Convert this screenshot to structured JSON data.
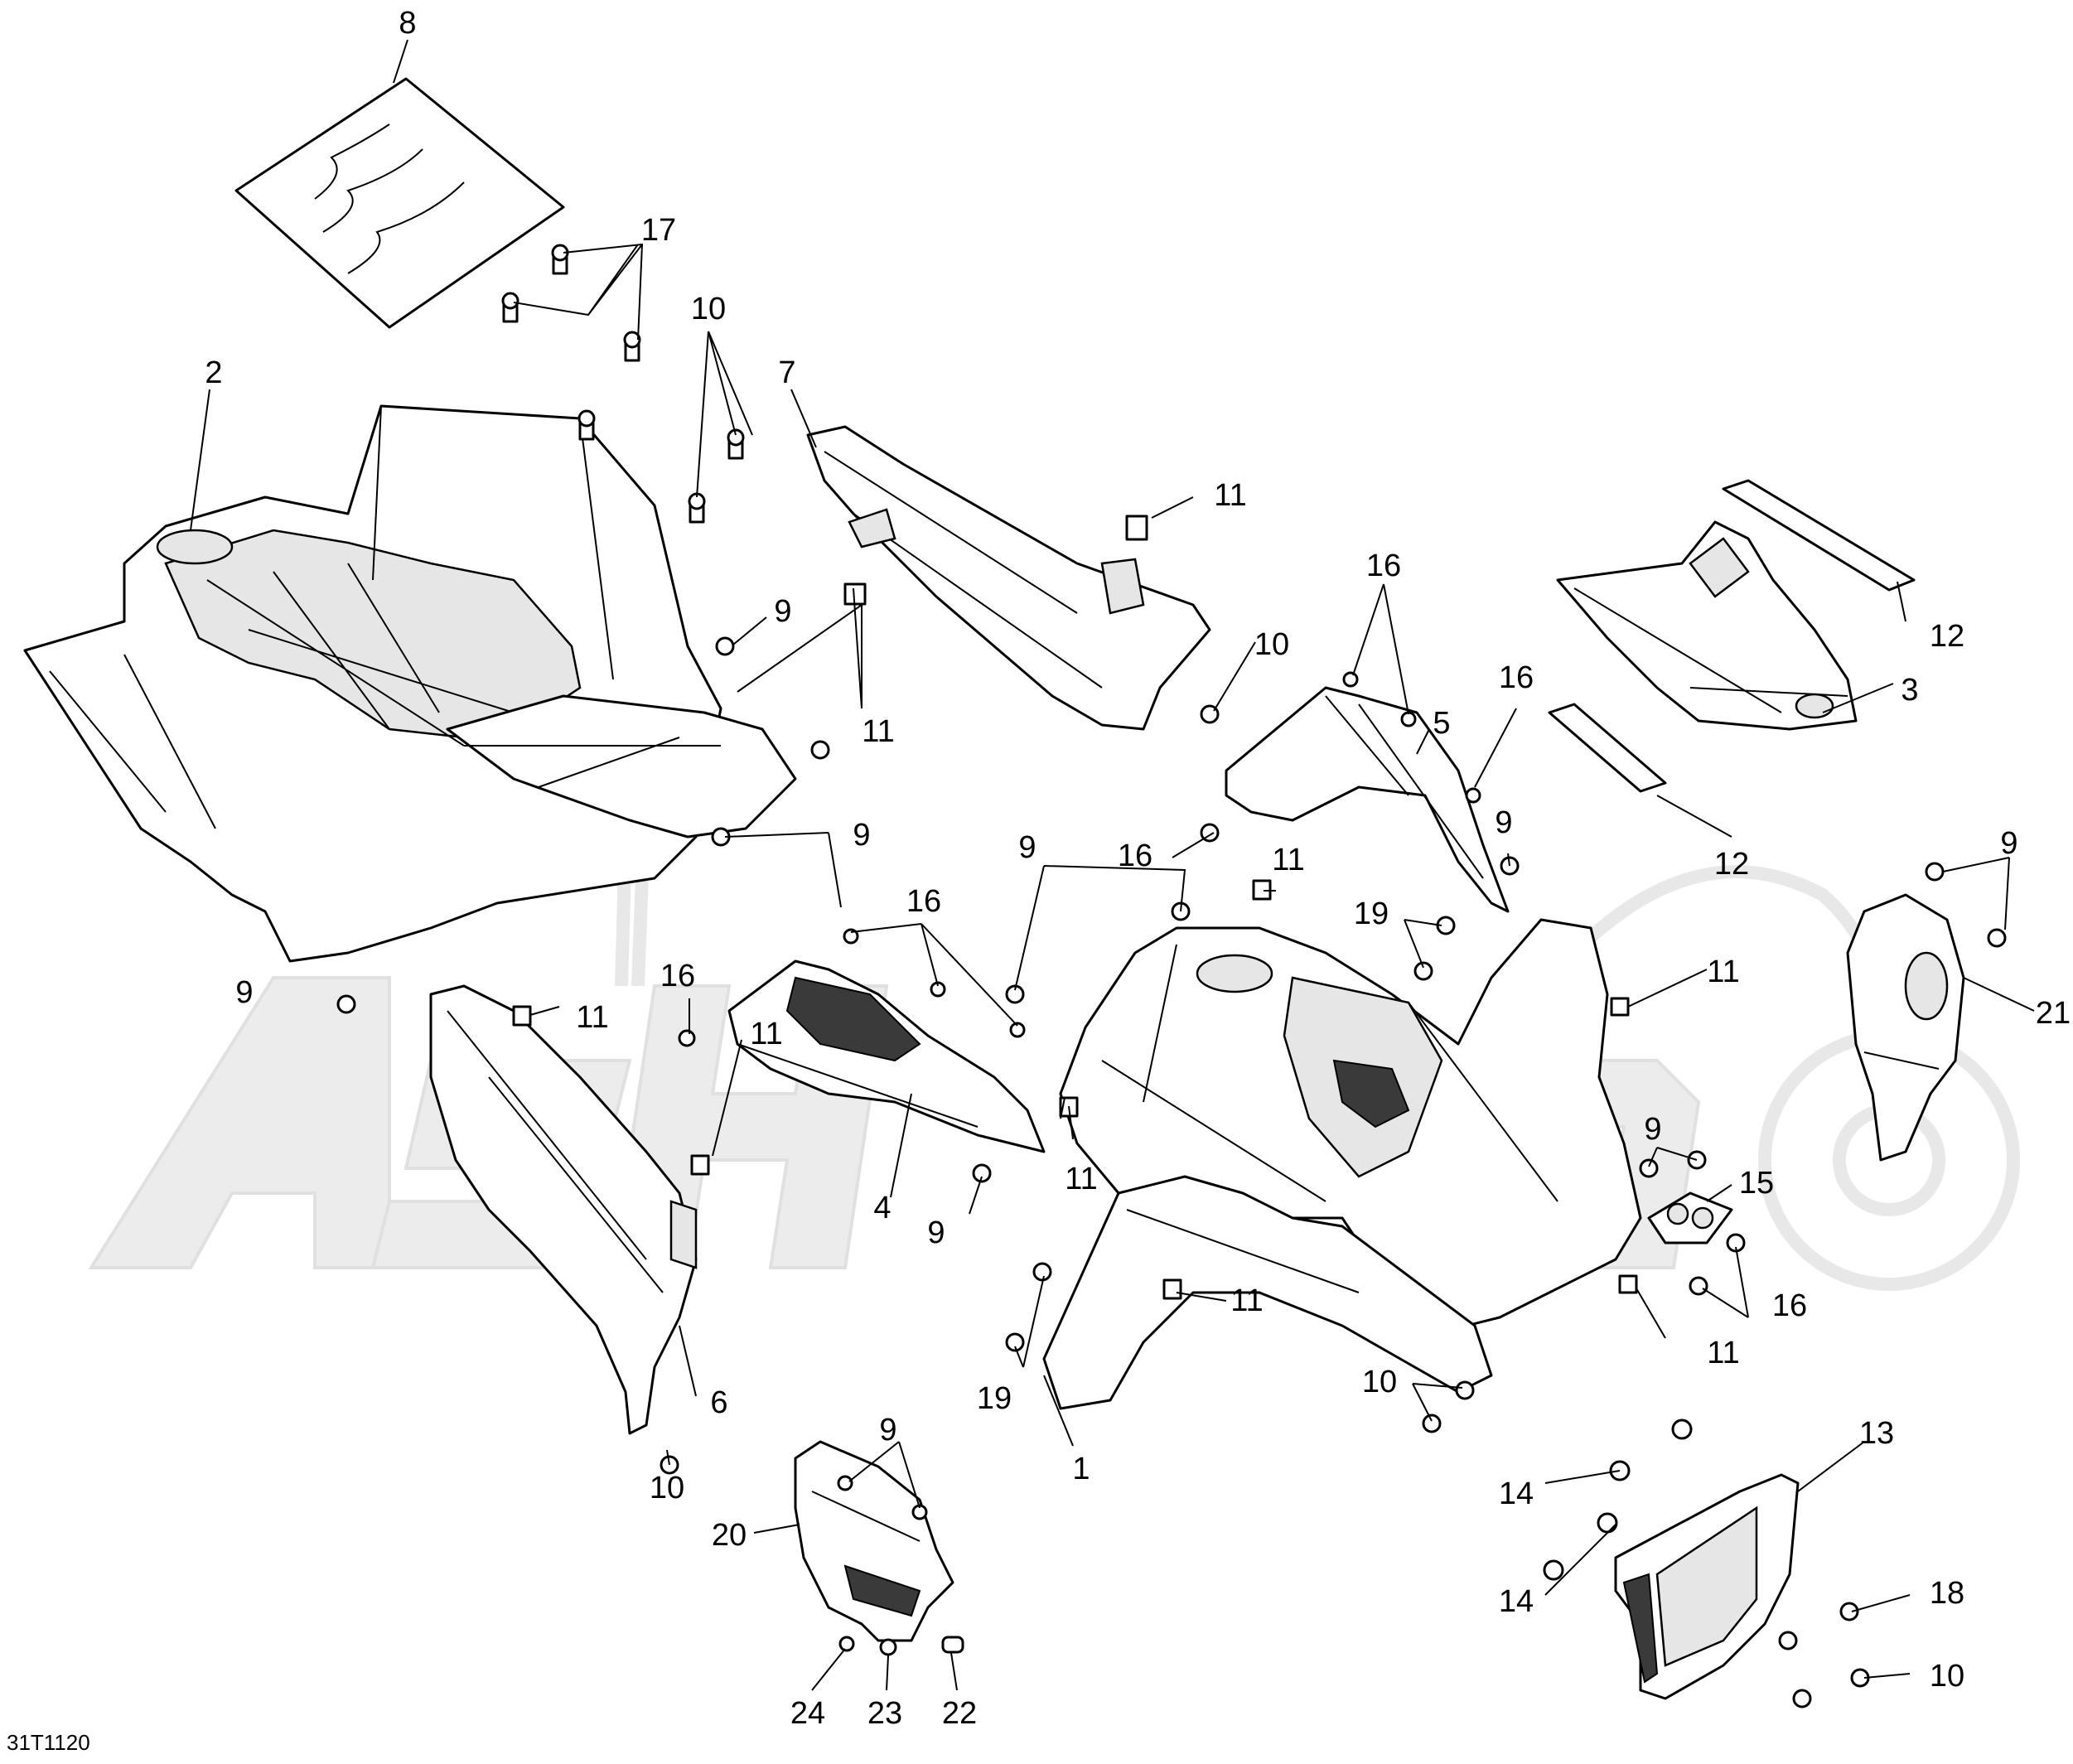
{
  "figure_code": "31T1120",
  "callouts": [
    {
      "id": "c8",
      "label": "8"
    },
    {
      "id": "c17",
      "label": "17"
    },
    {
      "id": "c10a",
      "label": "10"
    },
    {
      "id": "c2",
      "label": "2"
    },
    {
      "id": "c7",
      "label": "7"
    },
    {
      "id": "c11a",
      "label": "11"
    },
    {
      "id": "c9a",
      "label": "9"
    },
    {
      "id": "c11b",
      "label": "11"
    },
    {
      "id": "c9b",
      "label": "9"
    },
    {
      "id": "c10b",
      "label": "10"
    },
    {
      "id": "c16a",
      "label": "16"
    },
    {
      "id": "c5",
      "label": "5"
    },
    {
      "id": "c16b",
      "label": "16"
    },
    {
      "id": "c16c",
      "label": "16"
    },
    {
      "id": "c9c",
      "label": "9"
    },
    {
      "id": "c12a",
      "label": "12"
    },
    {
      "id": "c3",
      "label": "3"
    },
    {
      "id": "c12b",
      "label": "12"
    },
    {
      "id": "c9d",
      "label": "9"
    },
    {
      "id": "c9e",
      "label": "9"
    },
    {
      "id": "c11c",
      "label": "11"
    },
    {
      "id": "c19a",
      "label": "19"
    },
    {
      "id": "c16d",
      "label": "16"
    },
    {
      "id": "c9f",
      "label": "9"
    },
    {
      "id": "c16e",
      "label": "16"
    },
    {
      "id": "c11d",
      "label": "11"
    },
    {
      "id": "c11e",
      "label": "11"
    },
    {
      "id": "c21",
      "label": "21"
    },
    {
      "id": "c11f",
      "label": "11"
    },
    {
      "id": "c4",
      "label": "4"
    },
    {
      "id": "c9g",
      "label": "9"
    },
    {
      "id": "c11g",
      "label": "11"
    },
    {
      "id": "c9h",
      "label": "9"
    },
    {
      "id": "c15",
      "label": "15"
    },
    {
      "id": "c11h",
      "label": "11"
    },
    {
      "id": "c16f",
      "label": "16"
    },
    {
      "id": "c11i",
      "label": "11"
    },
    {
      "id": "c6",
      "label": "6"
    },
    {
      "id": "c19b",
      "label": "19"
    },
    {
      "id": "c10c",
      "label": "10"
    },
    {
      "id": "c1",
      "label": "1"
    },
    {
      "id": "c10d",
      "label": "10"
    },
    {
      "id": "c9i",
      "label": "9"
    },
    {
      "id": "c13",
      "label": "13"
    },
    {
      "id": "c14a",
      "label": "14"
    },
    {
      "id": "c20",
      "label": "20"
    },
    {
      "id": "c14b",
      "label": "14"
    },
    {
      "id": "c18",
      "label": "18"
    },
    {
      "id": "c10e",
      "label": "10"
    },
    {
      "id": "c24",
      "label": "24"
    },
    {
      "id": "c23",
      "label": "23"
    },
    {
      "id": "c22",
      "label": "22"
    }
  ]
}
